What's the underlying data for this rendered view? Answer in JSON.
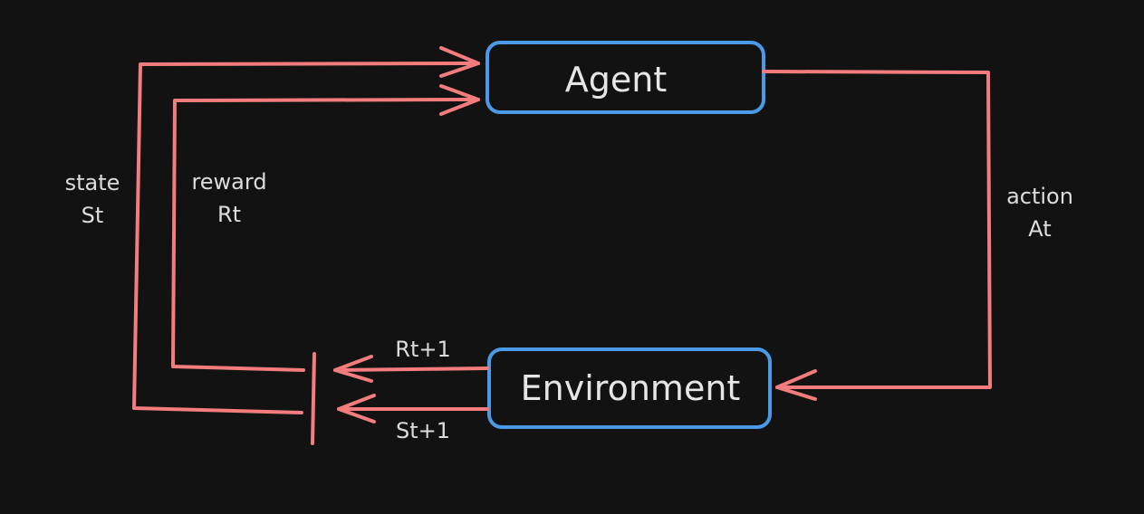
{
  "colors": {
    "background": "#121212",
    "arrow": "#f47c7c",
    "node_border": "#4a9ae8",
    "text": "#e6e6e6"
  },
  "nodes": {
    "agent": {
      "label": "Agent"
    },
    "environment": {
      "label": "Environment"
    }
  },
  "edges": {
    "state": {
      "line1": "state",
      "line2": "St"
    },
    "reward": {
      "line1": "reward",
      "line2": "Rt"
    },
    "action": {
      "line1": "action",
      "line2": "At"
    },
    "next_reward": {
      "label": "Rt+1"
    },
    "next_state": {
      "label": "St+1"
    }
  }
}
